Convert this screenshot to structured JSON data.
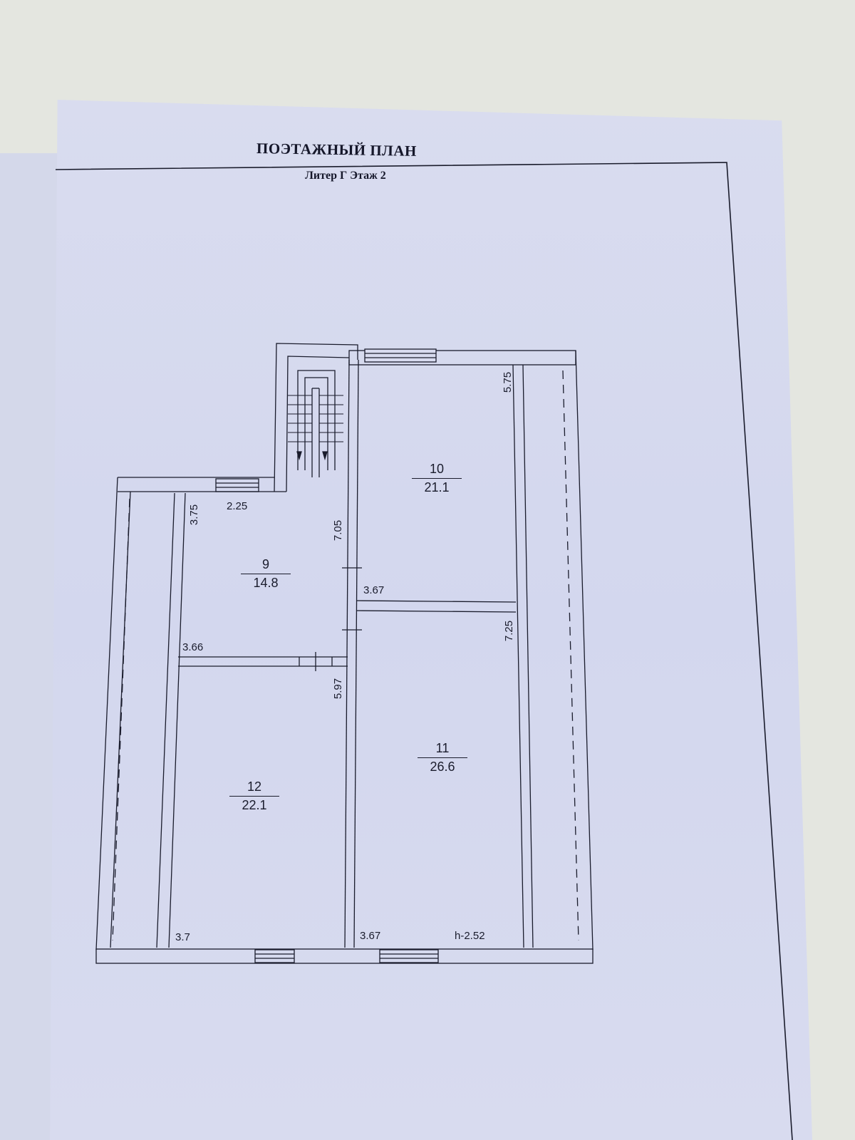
{
  "header": {
    "title": "ПОЭТАЖНЫЙ ПЛАН",
    "subtitle": "Литер Г Этаж 2"
  },
  "rooms": [
    {
      "number": "9",
      "area": "14.8"
    },
    {
      "number": "10",
      "area": "21.1"
    },
    {
      "number": "11",
      "area": "26.6"
    },
    {
      "number": "12",
      "area": "22.1"
    }
  ],
  "dimensions": {
    "d_575": "5.75",
    "d_375": "3.75",
    "d_225": "2.25",
    "d_705": "7.05",
    "d_367_top": "3.67",
    "d_725": "7.25",
    "d_366": "3.66",
    "d_597": "5.97",
    "d_37": "3.7",
    "d_367_bottom": "3.67",
    "height": "h-2.52"
  }
}
